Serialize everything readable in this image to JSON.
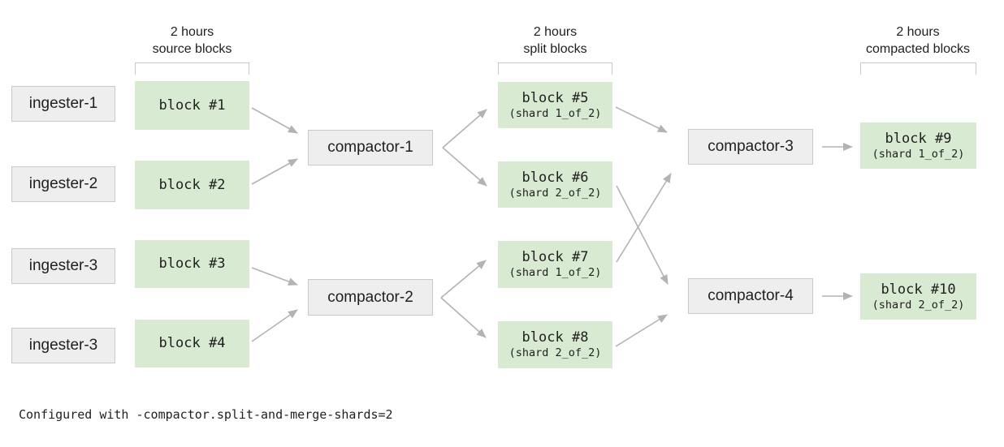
{
  "colors": {
    "block_fill": "#d9ead3",
    "node_fill": "#eeeeee",
    "node_border": "#c9c9c9",
    "arrow": "#b3b3b3",
    "bracket": "#c9c9c9",
    "text": "#1f1f1f"
  },
  "headers": [
    {
      "line1": "2 hours",
      "line2": "source blocks"
    },
    {
      "line1": "2 hours",
      "line2": "split blocks"
    },
    {
      "line1": "2 hours",
      "line2": "compacted blocks"
    }
  ],
  "ingesters": [
    {
      "label": "ingester-1"
    },
    {
      "label": "ingester-2"
    },
    {
      "label": "ingester-3"
    },
    {
      "label": "ingester-3"
    }
  ],
  "source_blocks": [
    {
      "label": "block #1"
    },
    {
      "label": "block #2"
    },
    {
      "label": "block #3"
    },
    {
      "label": "block #4"
    }
  ],
  "compactors": [
    {
      "label": "compactor-1"
    },
    {
      "label": "compactor-2"
    },
    {
      "label": "compactor-3"
    },
    {
      "label": "compactor-4"
    }
  ],
  "split_blocks": [
    {
      "label": "block #5",
      "shard": "(shard 1_of_2)"
    },
    {
      "label": "block #6",
      "shard": "(shard 2_of_2)"
    },
    {
      "label": "block #7",
      "shard": "(shard 1_of_2)"
    },
    {
      "label": "block #8",
      "shard": "(shard 2_of_2)"
    }
  ],
  "compacted_blocks": [
    {
      "label": "block #9",
      "shard": "(shard 1_of_2)"
    },
    {
      "label": "block #10",
      "shard": "(shard 2_of_2)"
    }
  ],
  "caption": "Configured with -compactor.split-and-merge-shards=2"
}
